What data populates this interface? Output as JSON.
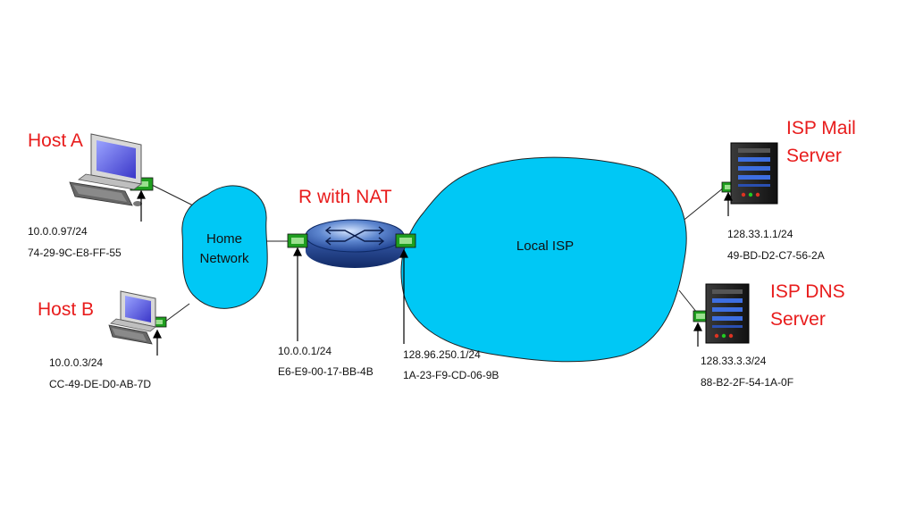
{
  "colors": {
    "cloud": "#00c8f5",
    "label_red": "#e81c1c",
    "interface": "#1f9e1f",
    "router_blue": "#1a3c8c"
  },
  "hosts": {
    "a": {
      "name": "Host A",
      "ip": "10.0.0.97/24",
      "mac": "74-29-9C-E8-FF-55",
      "icon": "desktop-computer-icon"
    },
    "b": {
      "name": "Host B",
      "ip": "10.0.0.3/24",
      "mac": "CC-49-DE-D0-AB-7D",
      "icon": "desktop-computer-icon"
    }
  },
  "home_network": {
    "line1": "Home",
    "line2": "Network"
  },
  "router": {
    "name": "R with NAT",
    "icon": "router-icon",
    "inside": {
      "ip": "10.0.0.1/24",
      "mac": "E6-E9-00-17-BB-4B"
    },
    "outside": {
      "ip": "128.96.250.1/24",
      "mac": "1A-23-F9-CD-06-9B"
    }
  },
  "local_isp": {
    "label": "Local ISP"
  },
  "servers": {
    "mail": {
      "line1": "ISP Mail",
      "line2": "Server",
      "ip": "128.33.1.1/24",
      "mac": "49-BD-D2-C7-56-2A",
      "icon": "server-tower-icon"
    },
    "dns": {
      "line1": "ISP DNS",
      "line2": "Server",
      "ip": "128.33.3.3/24",
      "mac": "88-B2-2F-54-1A-0F",
      "icon": "server-tower-icon"
    }
  }
}
